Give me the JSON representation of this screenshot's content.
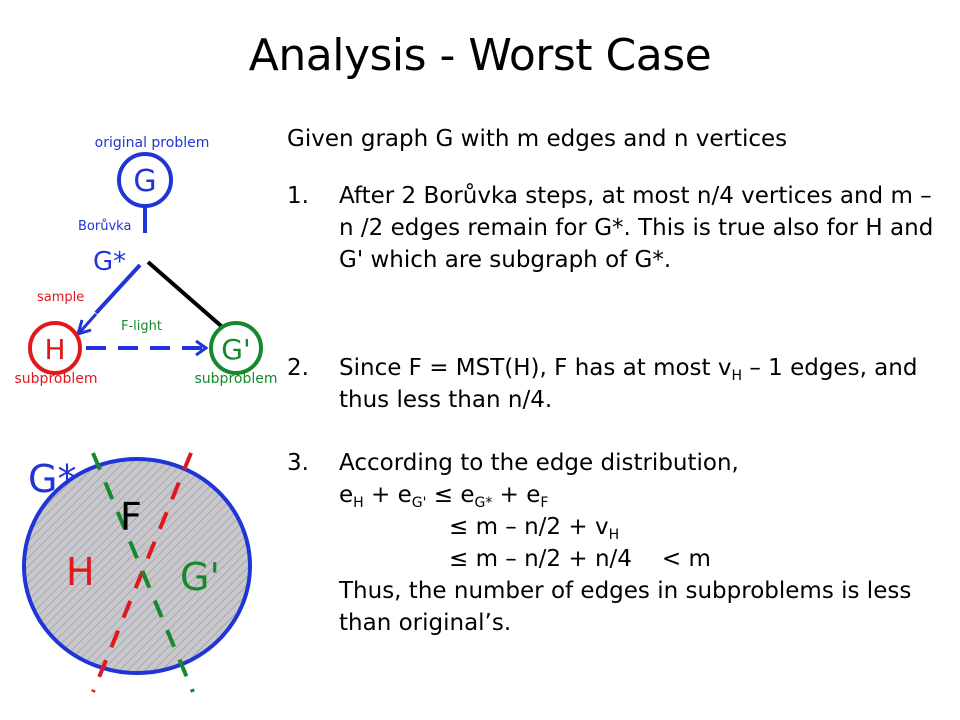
{
  "title": "Analysis - Worst Case",
  "intro": "Given graph G with m edges and n vertices",
  "items": [
    {
      "num": "1.",
      "text": "After 2 Borůvka steps, at most n/4 vertices and m – n /2 edges remain for G*. This is true also for H and G' which are subgraph of G*."
    },
    {
      "num": "2.",
      "pre": "Since F = MST(H), F has at most v",
      "sub": "H",
      "post": " – 1 edges, and thus less than n/4."
    },
    {
      "num": "3.",
      "line1": "According to the edge distribution,",
      "eq1": {
        "e": "e",
        "sH": "H",
        "plus1": " + e",
        "sG": "G'",
        "le": " ≤ e",
        "sGs": "G*",
        "plus2": " + e",
        "sF": "F"
      },
      "eq2": {
        "text": "≤ m – n/2 + v",
        "sub": "H"
      },
      "eq3": {
        "text": "≤ m – n/2 + n/4",
        "tail": "< m"
      },
      "conclusion": "Thus, the number of edges in subproblems is less than original’s."
    }
  ],
  "tree_diagram": {
    "top_caption": "original problem",
    "node_g": "G",
    "edge_label_boruvka": "Borůvka",
    "node_gstar": "G*",
    "edge_label_sample": "sample",
    "edge_label_flight": "F-light",
    "node_h": "H",
    "node_gprime": "G'",
    "caption_h": "subproblem",
    "caption_gprime": "subproblem",
    "colors": {
      "blue": "#1f35d6",
      "red": "#e0181b",
      "green": "#15892b",
      "black": "#000000"
    }
  },
  "venn_diagram": {
    "label_gstar": "G*",
    "label_f": "F",
    "label_h": "H",
    "label_gprime": "G'",
    "colors": {
      "ellipse_stroke": "#1f35d6",
      "fill": "#c7c7cc",
      "hatch": "#a7a7ae"
    }
  }
}
